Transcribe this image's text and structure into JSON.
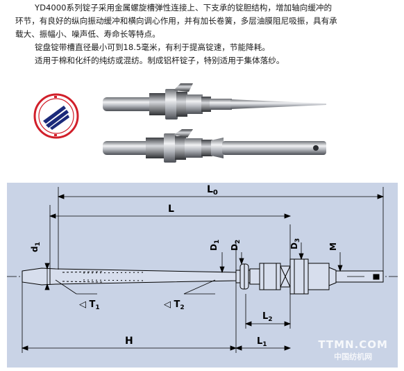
{
  "description": {
    "line1": "YD4000系列锭子采用金属螺旋槽弹性连接上、下支承的锭胆结构，增加轴向缓冲的",
    "line2": "环节，有良好的纵向振动缓冲和横向调心作用，并有加长卷簧，多层油膜阻尼吸振，具有承",
    "line3": "载大、振幅小、噪声低、寿命长等特点。",
    "line4": "锭盘锭带槽直径最小可到18.5毫米，有利于提高锭速，节能降耗。",
    "line5": "适用于棉和化纤的纯纺或混纺。制成铝杆锭子，特别适用于集体落纱。"
  },
  "logo": {
    "icon": "brand-logo-icon",
    "colors": {
      "ring": "#d11f2a",
      "stripes": "#1b2a7a"
    }
  },
  "drawing": {
    "background": "#c9d3e6",
    "dims": {
      "L0": "L",
      "L0_sub": "0",
      "L": "L",
      "d1": "d",
      "d1_sub": "1",
      "D1": "D",
      "D1_sub": "1",
      "D2": "D",
      "D2_sub": "2",
      "D3": "D",
      "D3_sub": "3",
      "M": "M",
      "T1": "◁ T",
      "T1_sub": "1",
      "T2": "◁ T",
      "T2_sub": "2",
      "L2": "L",
      "L2_sub": "2",
      "H": "H",
      "L1": "L",
      "L1_sub": "1"
    }
  },
  "watermark": {
    "line1": "TTMN.COM",
    "line2": "中国纺机网"
  }
}
